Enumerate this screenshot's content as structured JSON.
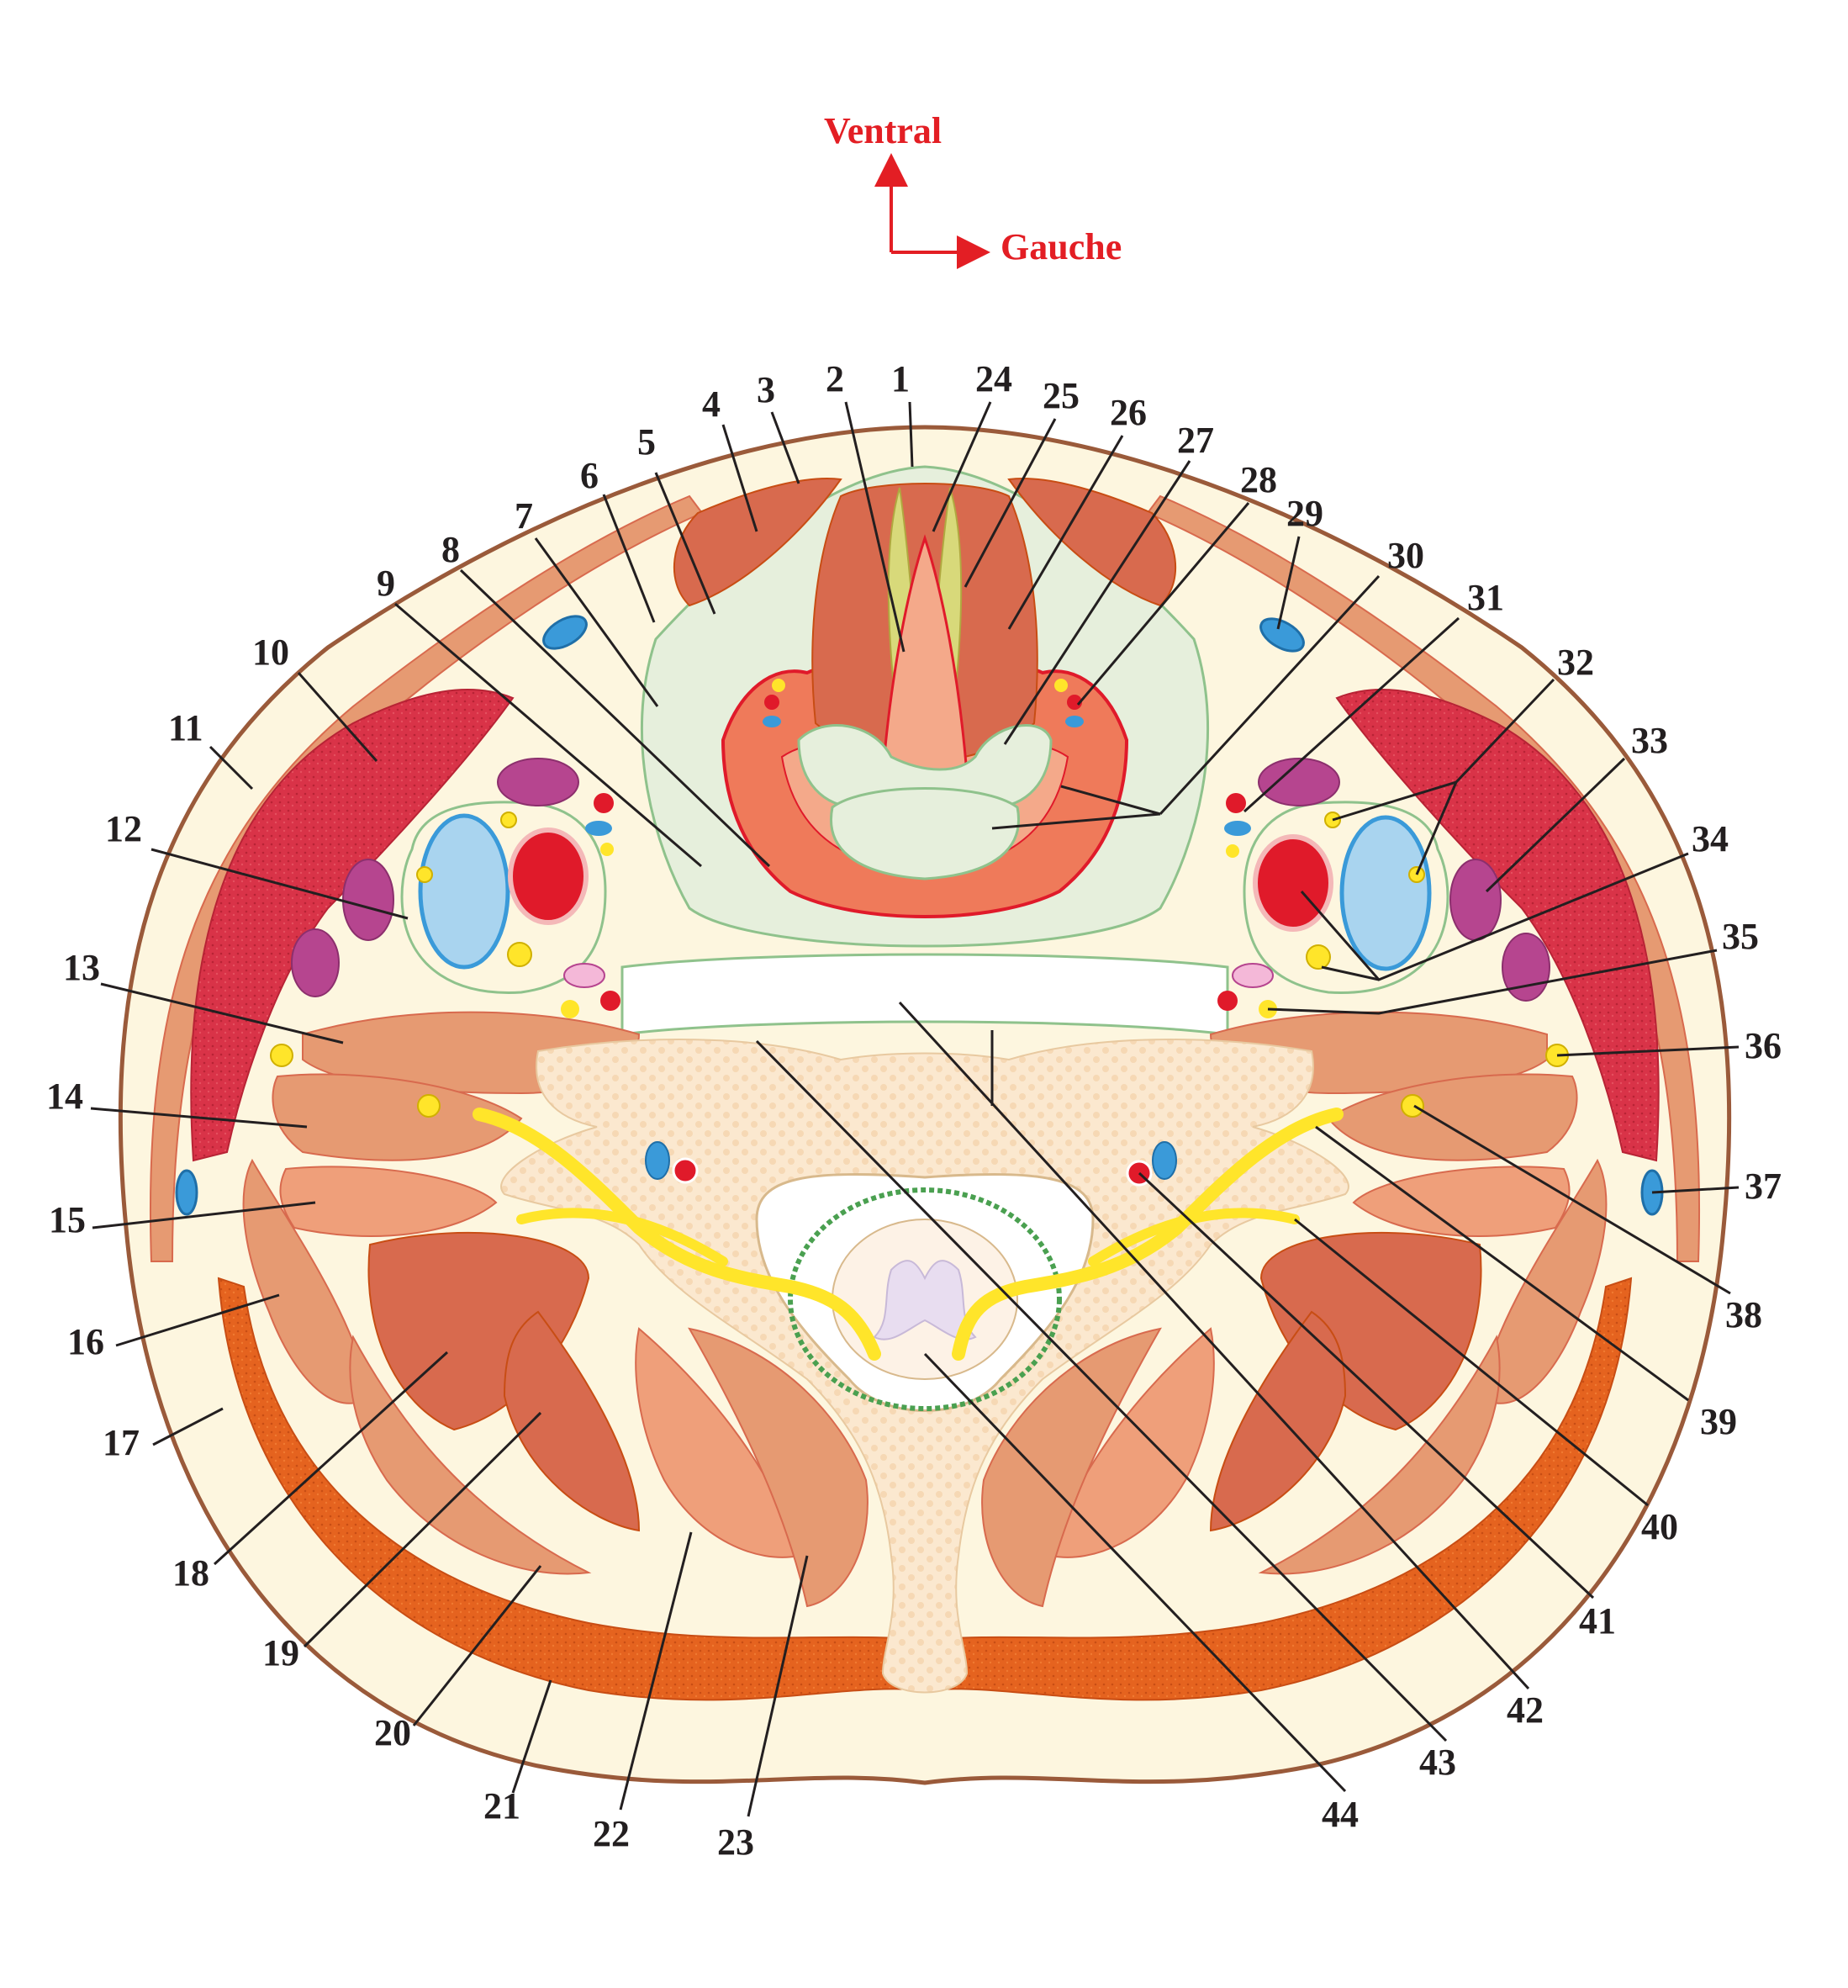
{
  "orientation": {
    "up_label": "Ventral",
    "right_label": "Gauche",
    "arrow_color": "#e31e24"
  },
  "colors": {
    "skin": "#fdf6df",
    "outline": "#9a5a3a",
    "fascia": "#8fc28c",
    "muscle_light": "#e69a72",
    "muscle_dark": "#d86a4e",
    "muscle_red": "#d93348",
    "trapezius": "#e5631f",
    "vein": "#3a9ad9",
    "artery": "#e01a2a",
    "nerve": "#ffe52a",
    "lymph_node": "#b6458f",
    "bone": "#fbe7cc"
  },
  "labels": [
    "1",
    "2",
    "3",
    "4",
    "5",
    "6",
    "7",
    "8",
    "9",
    "10",
    "11",
    "12",
    "13",
    "14",
    "15",
    "16",
    "17",
    "18",
    "19",
    "20",
    "21",
    "22",
    "23",
    "24",
    "25",
    "26",
    "27",
    "28",
    "29",
    "30",
    "31",
    "32",
    "33",
    "34",
    "35",
    "36",
    "37",
    "38",
    "39",
    "40",
    "41",
    "42",
    "43",
    "44"
  ]
}
